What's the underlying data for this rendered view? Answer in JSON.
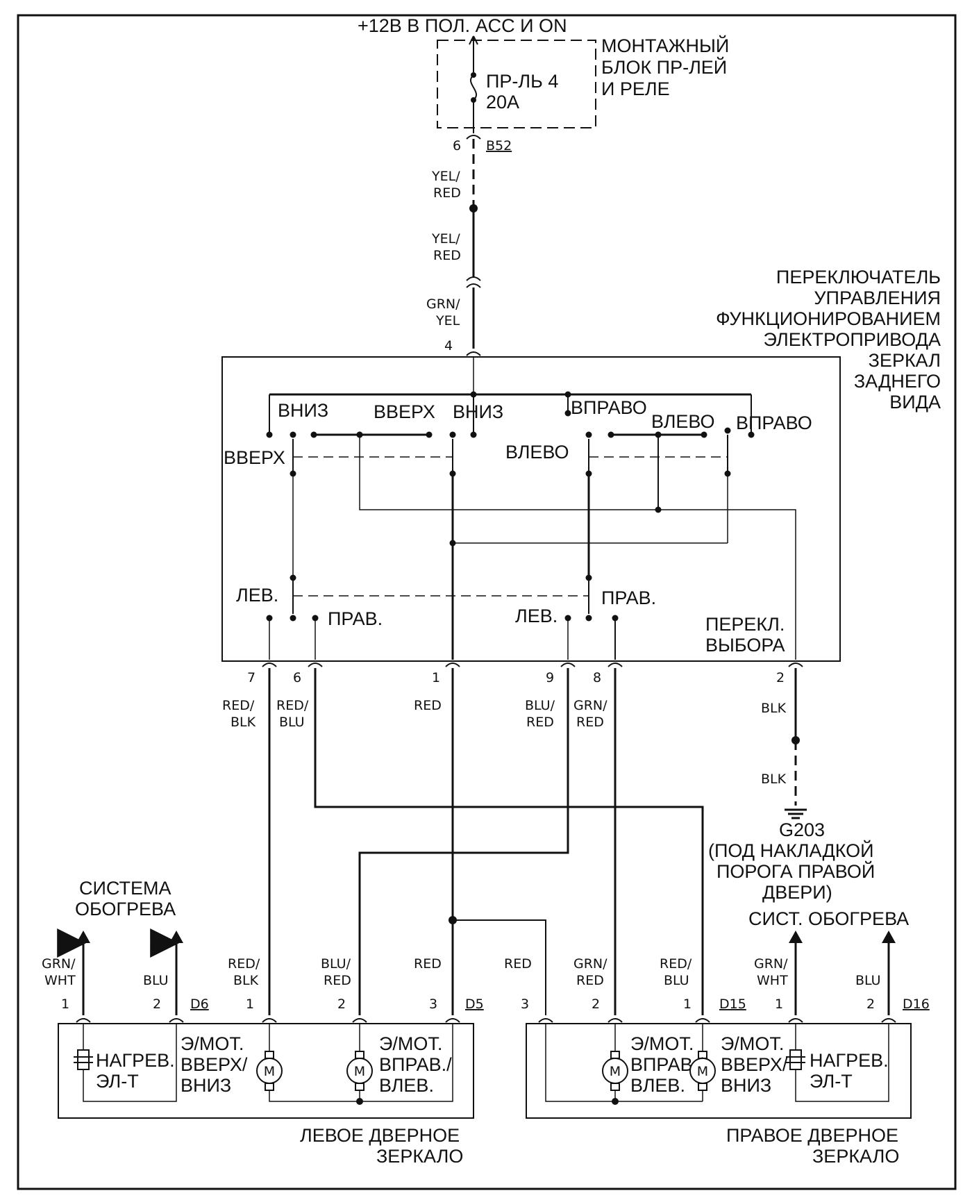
{
  "supply": {
    "title": "+12В В ПОЛ. ACC И ON"
  },
  "fuse_block": {
    "name": [
      "МОНТАЖНЫЙ",
      "БЛОК ПР-ЛЕЙ",
      "И РЕЛЕ"
    ],
    "fuse": [
      "ПР-ЛЬ 4",
      "20A"
    ],
    "pin": "6",
    "connector": "B52"
  },
  "wires_top": {
    "w1": [
      "YEL/",
      "RED"
    ],
    "w2": [
      "YEL/",
      "RED"
    ],
    "w3": [
      "GRN/",
      "YEL"
    ],
    "pin4": "4"
  },
  "switch": {
    "name": [
      "ПЕРЕКЛЮЧАТЕЛЬ",
      "УПРАВЛЕНИЯ",
      "ФУНКЦИОНИРОВАНИЕМ",
      "ЭЛЕКТРОПРИВОДА",
      "ЗЕРКАЛ",
      "ЗАДНЕГО",
      "ВИДА"
    ],
    "down1": "ВНИЗ",
    "up1": "ВВЕРХ",
    "down2": "ВНИЗ",
    "right1": "ВПРАВО",
    "left1": "ВЛЕВО",
    "right2": "ВПРАВО",
    "up_left": "ВВЕРХ",
    "left_mid": "ВЛЕВО",
    "lev1": "ЛЕВ.",
    "prav1": "ПРАВ.",
    "lev2": "ЛЕВ.",
    "prav2": "ПРАВ.",
    "selector": [
      "ПЕРЕКЛ.",
      "ВЫБОРА"
    ]
  },
  "switch_pins": [
    {
      "pin": "7",
      "wire": [
        "RED/",
        "BLK"
      ]
    },
    {
      "pin": "6",
      "wire": [
        "RED/",
        "BLU"
      ]
    },
    {
      "pin": "1",
      "wire": [
        "RED",
        ""
      ]
    },
    {
      "pin": "9",
      "wire": [
        "BLU/",
        "RED"
      ]
    },
    {
      "pin": "8",
      "wire": [
        "GRN/",
        "RED"
      ]
    },
    {
      "pin": "2",
      "wire": [
        "BLK",
        ""
      ]
    }
  ],
  "ground": {
    "blk2": "BLK",
    "name": [
      "G203",
      "(ПОД НАКЛАДКОЙ",
      "ПОРОГА ПРАВОЙ",
      "ДВЕРИ)"
    ]
  },
  "left_mirror": {
    "heating": [
      "СИСТЕМА",
      "ОБОГРЕВА"
    ],
    "wires": [
      [
        "GRN/",
        "WHT"
      ],
      [
        "BLU",
        ""
      ],
      [
        "RED/",
        "BLK"
      ],
      [
        "BLU/",
        "RED"
      ],
      [
        "RED",
        ""
      ]
    ],
    "pins": [
      "1",
      "2",
      "1",
      "2",
      "3"
    ],
    "conn_d6": "D6",
    "conn_d5": "D5",
    "heater": [
      "НАГРЕВ.",
      "ЭЛ-Т"
    ],
    "motor_ud": [
      "Э/МОТ.",
      "ВВЕРХ/",
      "ВНИЗ"
    ],
    "motor_lr": [
      "Э/МОТ.",
      "ВПРАВ./",
      "ВЛЕВ."
    ],
    "motor_symbol": "M",
    "name": [
      "ЛЕВОЕ ДВЕРНОЕ",
      "ЗЕРКАЛО"
    ]
  },
  "right_mirror": {
    "heating": "СИСТ. ОБОГРЕВА",
    "wires": [
      [
        "RED",
        ""
      ],
      [
        "GRN/",
        "RED"
      ],
      [
        "RED/",
        "BLU"
      ],
      [
        "GRN/",
        "WHT"
      ],
      [
        "BLU",
        ""
      ]
    ],
    "pins": [
      "3",
      "2",
      "1",
      "1",
      "2"
    ],
    "conn_d15": "D15",
    "conn_d16": "D16",
    "heater": [
      "НАГРЕВ.",
      "ЭЛ-Т"
    ],
    "motor_lr": [
      "Э/МОТ.",
      "ВПРАВ./",
      "ВЛЕВ."
    ],
    "motor_ud": [
      "Э/МОТ.",
      "ВВЕРХ/",
      "ВНИЗ"
    ],
    "motor_symbol": "M",
    "name": [
      "ПРАВОЕ ДВЕРНОЕ",
      "ЗЕРКАЛО"
    ]
  }
}
